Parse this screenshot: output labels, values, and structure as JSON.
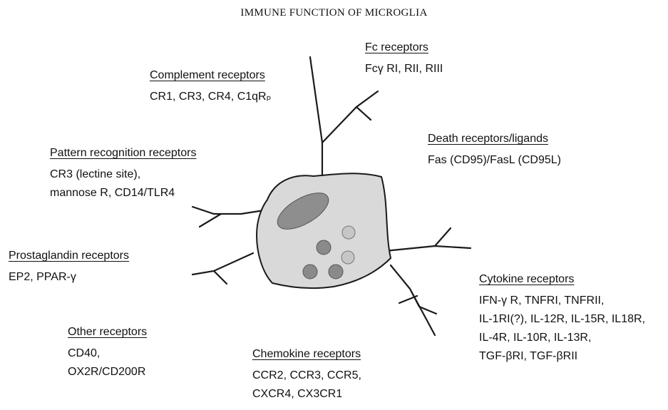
{
  "title": "IMMUNE FUNCTION OF MICROGLIA",
  "colors": {
    "cell_body": "#d9d9d9",
    "nucleus": "#8e8e8e",
    "dark_granule": "#8a8a8a",
    "light_granule": "#c6c6c6",
    "outline": "#1a1a1a"
  },
  "groups": {
    "fc": {
      "heading": "Fc receptors",
      "lines": [
        "Fcγ RI, RII, RIII"
      ]
    },
    "complement": {
      "heading": "Complement receptors",
      "lines": [
        "CR1, CR3, CR4, C1qRₚ"
      ]
    },
    "death": {
      "heading": "Death receptors/ligands",
      "lines": [
        "Fas (CD95)/FasL (CD95L)"
      ]
    },
    "pattern": {
      "heading": "Pattern recognition receptors",
      "lines": [
        "CR3 (lectine site),",
        "mannose R, CD14/TLR4"
      ]
    },
    "prostaglandin": {
      "heading": "Prostaglandin receptors",
      "lines": [
        "EP2, PPAR-γ"
      ]
    },
    "cytokine": {
      "heading": "Cytokine receptors",
      "lines": [
        "IFN-γ R, TNFRI, TNFRII,",
        "IL-1RI(?), IL-12R, IL-15R, IL18R,",
        "IL-4R, IL-10R, IL-13R,",
        "TGF-βRI, TGF-βRII"
      ]
    },
    "other": {
      "heading": "Other receptors",
      "lines": [
        "CD40,",
        "OX2R/CD200R"
      ]
    },
    "chemokine": {
      "heading": "Chemokine receptors",
      "lines": [
        "CCR2, CCR3, CCR5,",
        "CXCR4, CX3CR1"
      ]
    }
  }
}
